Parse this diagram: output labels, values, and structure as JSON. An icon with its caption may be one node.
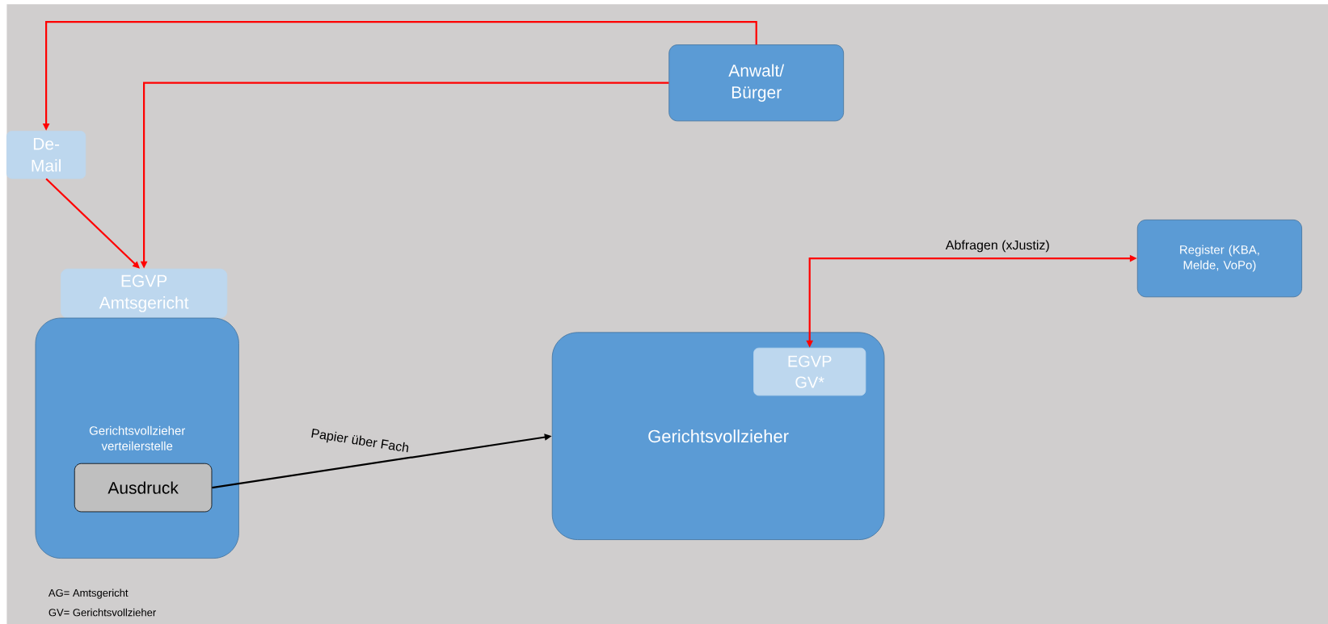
{
  "diagram": {
    "nodes": [
      {
        "text": [
          "Anwalt/ Bürger"
        ]
      },
      {
        "text": [
          "De-Mail"
        ]
      },
      {
        "text": [
          "EGVP Amtsgericht"
        ]
      },
      {
        "text": [
          "Gerichtsvollzieher verteilerstelle"
        ]
      },
      {
        "text": [
          "Ausdruck"
        ],
        "in": 3
      },
      {
        "text": [
          "Gerichtsvollzieher"
        ]
      },
      {
        "text": [
          "EGVP GV*"
        ],
        "in": 5
      },
      {
        "text": [
          "Register (KBA, Melde, VoPo)"
        ]
      }
    ],
    "edges": [
      {
        "from": 0,
        "to": 1,
        "arrow": "to"
      },
      {
        "from": 0,
        "to": 2,
        "arrow": "to"
      },
      {
        "from": 1,
        "to": 2,
        "arrow": "to"
      },
      {
        "from": 4,
        "to": 5,
        "arrow": "to",
        "label": "Papier über Fach",
        "color": "#000000"
      },
      {
        "from": 6,
        "to": 7,
        "arrow": "both",
        "label": "Abfragen (xJustiz)"
      }
    ],
    "labels": [
      "AG= Amtsgericht",
      "GV= Gerichtsvollzieher"
    ]
  }
}
